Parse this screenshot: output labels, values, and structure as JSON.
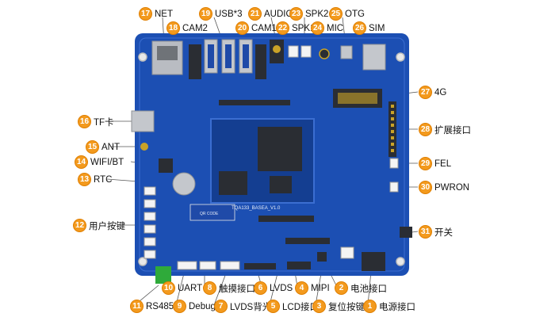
{
  "board": {
    "silk_main": "TQA133_BASEA_V1.0",
    "silk_qr": "QR CODE",
    "colors": {
      "pcb": "#1c4fb3",
      "pcb_dark": "#143e91",
      "badge": "#f39a1e",
      "metal": "#c4c7cc",
      "chip": "#2a2d33",
      "gold": "#c9a227"
    }
  },
  "callouts": [
    {
      "id": "17",
      "label": "NET"
    },
    {
      "id": "18",
      "label": "CAM2"
    },
    {
      "id": "19",
      "label": "USB*3"
    },
    {
      "id": "20",
      "label": "CAM1"
    },
    {
      "id": "21",
      "label": "AUDIO"
    },
    {
      "id": "22",
      "label": "SPK1"
    },
    {
      "id": "23",
      "label": "SPK2"
    },
    {
      "id": "24",
      "label": "MIC"
    },
    {
      "id": "25",
      "label": "OTG"
    },
    {
      "id": "26",
      "label": "SIM"
    },
    {
      "id": "27",
      "label": "4G"
    },
    {
      "id": "28",
      "label": "扩展接口"
    },
    {
      "id": "29",
      "label": "FEL"
    },
    {
      "id": "30",
      "label": "PWRON"
    },
    {
      "id": "31",
      "label": "开关"
    },
    {
      "id": "16",
      "label": "TF卡"
    },
    {
      "id": "15",
      "label": "ANT"
    },
    {
      "id": "14",
      "label": "WIFI/BT"
    },
    {
      "id": "13",
      "label": "RTC"
    },
    {
      "id": "12",
      "label": "用户按键"
    },
    {
      "id": "10",
      "label": "UART"
    },
    {
      "id": "8",
      "label": "触摸接口"
    },
    {
      "id": "6",
      "label": "LVDS"
    },
    {
      "id": "4",
      "label": "MIPI"
    },
    {
      "id": "2",
      "label": "电池接口"
    },
    {
      "id": "11",
      "label": "RS485"
    },
    {
      "id": "9",
      "label": "Debug"
    },
    {
      "id": "7",
      "label": "LVDS背光"
    },
    {
      "id": "5",
      "label": "LCD接口"
    },
    {
      "id": "3",
      "label": "复位按键"
    },
    {
      "id": "1",
      "label": "电源接口"
    }
  ]
}
